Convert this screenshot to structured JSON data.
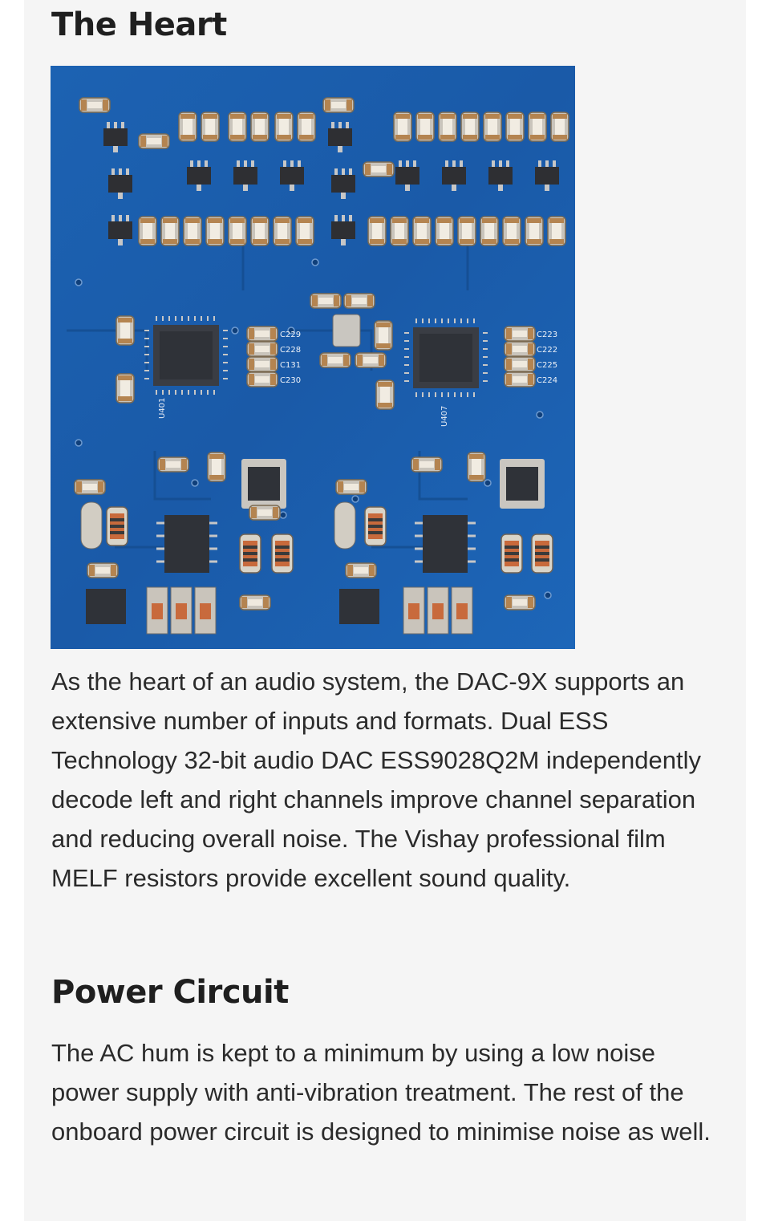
{
  "sections": [
    {
      "title": "The Heart",
      "image_alt": "DAC circuit board close-up",
      "image_labels": {
        "chip_left": "U401",
        "chip_right": "U407",
        "cap_group_left": [
          "C229",
          "C228",
          "C131",
          "C230"
        ],
        "cap_group_right": [
          "C223",
          "C222",
          "C225",
          "C224"
        ]
      },
      "body": "As the heart of an audio system, the DAC-9X supports an extensive number of inputs and formats. Dual ESS Technology 32-bit audio DAC ESS9028Q2M independently decode left and right channels improve channel separation and reducing overall noise. The Vishay professional film MELF resistors provide excellent sound quality."
    },
    {
      "title": "Power Circuit",
      "body": "The AC hum is kept to a minimum by using a low noise power supply with anti-vibration treatment. The rest of the onboard power circuit is designed to minimise noise as well."
    }
  ],
  "colors": {
    "card_bg": "#f5f5f5",
    "pcb_blue": "#1a5fae",
    "text": "#2b2b2b",
    "heading": "#1f1f1f"
  }
}
